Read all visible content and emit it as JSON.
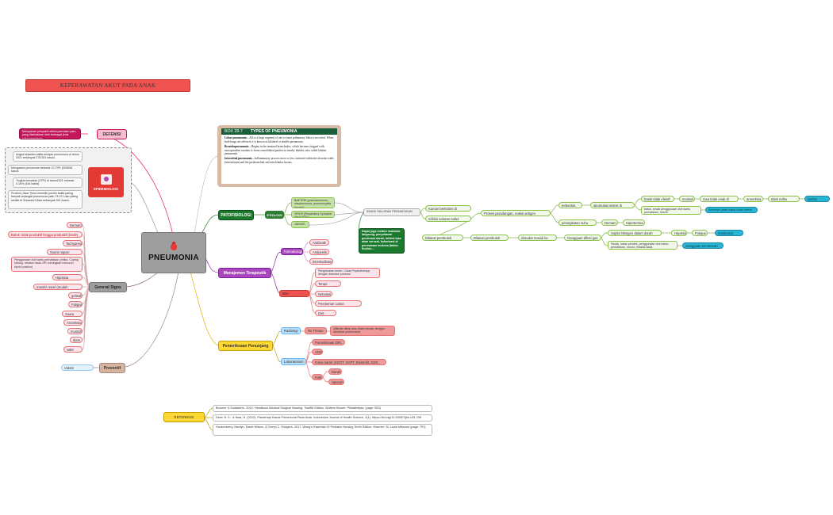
{
  "title": "KEPERAWATAN AKUT PADA ANAK",
  "central": "PNEUMONIA",
  "colors": {
    "pink": "#f8bbd0",
    "magenta": "#c2185b",
    "green_dark": "#1b7a2e",
    "purple": "#ab47bc",
    "yellow": "#fdd835",
    "tan": "#d7b49e",
    "gray": "#9e9e9e",
    "red": "#ef5350",
    "teal": "#29b6d6"
  },
  "defenisi": {
    "label": "DEFENISI",
    "text": "Merupakan penyakit infeksi parenkim paru yang disebabkan oleh berbagai jenis mikroorganisme"
  },
  "epidemiologi": {
    "label": "EPIDEMIOLOGI",
    "items": [
      "Angka kejadian balita dengan pneumonia di tahun 2021 sebanyak 278.261 kasus.",
      "Mengalami penurunan sebesar 10,79% (309838 kasus",
      "Tingkat kematian (CFR) di tahun2021 sebesar 0,16% (444 balita)",
      "Provinsi Jawa Timur memiliki jumlah balita paling banyak terjangkit pneumonia yaitu 74.071 dan paling sedikit di Sulawesi Utara sebanyak 261 kasus."
    ]
  },
  "general_signs": {
    "label": "General Signs",
    "items": [
      "Demam",
      "Batuk: tidak produktif hingga produktif (lendir)",
      "Tachypnea",
      "Suara napas: rhonchi",
      "Penggunaan otot bantu pernafasan (retika. Cuping hidung, retraksi dada, RR meningkat/ menurun, tipoid position)",
      "Hipoksia Jaringan",
      "marah/ rewel (mudah cengeng)",
      "gelisah",
      "Fatigue",
      "Suara serak",
      "Anoreksia",
      "muntah",
      "diare",
      "sakit perut"
    ]
  },
  "preventif": {
    "label": "Preventif",
    "item": "Vaksin Pneumonia"
  },
  "types_box": {
    "box_no": "BOX 28-7",
    "heading": "TYPES OF PNEUMONIA",
    "paras": [
      {
        "term": "Lobar pneumonia",
        "text": "—All or a large segment of one or more pulmonary lobes is involved. When both lungs are affected, it is known as bilateral or double pneumonia."
      },
      {
        "term": "Bronchopneumonia",
        "text": "—Begins in the terminal bronchioles, which become clogged with mucopurulent exudate to form consolidated patches in nearby lobules; also called lobular pneumonia."
      },
      {
        "term": "Interstitial pneumonia",
        "text": "—Inflammatory process more or less confined within the alveolar walls (interstitium) and the peribronchial and interlobular tissues."
      }
    ]
  },
  "patofisiologi": {
    "label": "PATOFISIOLOGI",
    "etiologi": "ETIOLOGI",
    "bakteri": "BAKTERI (pneumococcus, streptococcus, pneumocystis jiroveci)",
    "virus": "VIRUS (Respiratory Syncytial Virus/ RSV)",
    "jamur": "JAMUR",
    "invasi": "INVASI SALURAN PERNAFASAN",
    "note": "Dapat juga melalui inokulasi langsung, penyebaran pembuluh darah, infeksi luka akan serosal, kolonisasi di permukaan mukosa (faktor flexible....",
    "kuman": "Kuman berkoloni di bronkus",
    "infeksi": "Infeksi saluran nafas bawah",
    "proses": "Proses peradangan, reaksi antigen antibodi",
    "terbentuk": "terbentuk sekret",
    "akumulasi": "akumulasi sekret di bronkus",
    "batuk_efektif": "batuk tidak efektif",
    "muntah": "muntah",
    "rasa_mual": "rasa tidak enak di mulut",
    "anoreksia": "anoreksia",
    "tidak_nafsu": "tidak nafsu makan",
    "defisit": "Defisit Nutrisi",
    "batuk_sesak": "batuk, sesak penggunaan otot bantu pemafasan, ronchi",
    "bersihan": "Bersihan jalan nafas tidak efektif",
    "suhu": "peningkatan suhu tubuh",
    "demam": "Demam",
    "hipertermia": "Hipertermia",
    "dilatasi": "Dilatasi pembuluh darah",
    "dilatasi2": "Dilatasi pembuluh darah",
    "eksudat": "eksudat masuk ke alveoli",
    "gangguan_difusi": "Gangguan difusi gas",
    "suplai": "Suplai Oksigen dalam darah menurun",
    "hipoksia": "Hipoksia",
    "fatique": "Fatique",
    "intoleransi": "Intoleransi aktifitas",
    "sesak": "Sesak, nafas pendek, penggunaan otot bantu pemafasan, ronchi, retraksi dada",
    "gangguan_pertukaran": "Gangguan pertukaran gas"
  },
  "manajemen": {
    "label": "Manajemen Terapeutik",
    "farmakologi": "Farmakologi",
    "farmakologi_items": [
      "Antibiotik",
      "Antipiretik",
      "Bronkodilator"
    ],
    "non_farmakologi": "Non Farmakologi",
    "non_items": [
      "Pengeluaran lendir: Chest Physiotherapy dengan drainase postural",
      "Terapi oksigen",
      "Nebulasi",
      "Pemberian cairan intravena",
      "Diet Nutrisi"
    ]
  },
  "penunjang": {
    "label": "Pemeriksaan Penunjang",
    "radiologi": "Radiologi",
    "ro_thorax": "Ro Thorax",
    "ro_desc": "infiltrate difusi atau tidak merata, dengan distribusi peribronkial",
    "laboratorium": "Laboratorium",
    "lab_items": [
      "Pemeriksaan DPL",
      "AGD",
      "Kimia darah (SGOT, SGPT, Elektrolit, GDS, Ur, Cr"
    ],
    "kultur": "Kultur",
    "kultur_items": [
      "Darah",
      "Sputum"
    ]
  },
  "referensi": {
    "label": "REFERENSI",
    "items": [
      "Brunner & Suddarth's. 2010. Handbook Medical Surgical Nursing. Twelfth Edition. Wolters Kluwer: Philadhelpia. (page: 553)",
      "Dewi, N. K., & Nasi, N. (2022). Fisioterapi Kasus Pneumonia Pada Anak. Indonesian Journal of Health Science, 2(1). https://doi.org/10.54957/ijhs.v2i1.159",
      "Hockenberry, Marilyn, David Wilson, & Cheryl C. Rodgers. 2017. Wong's Essential Of Pediatric Nursing Tenth Edition. Elsevier: St. Louis Missouri (page: 791)"
    ]
  }
}
